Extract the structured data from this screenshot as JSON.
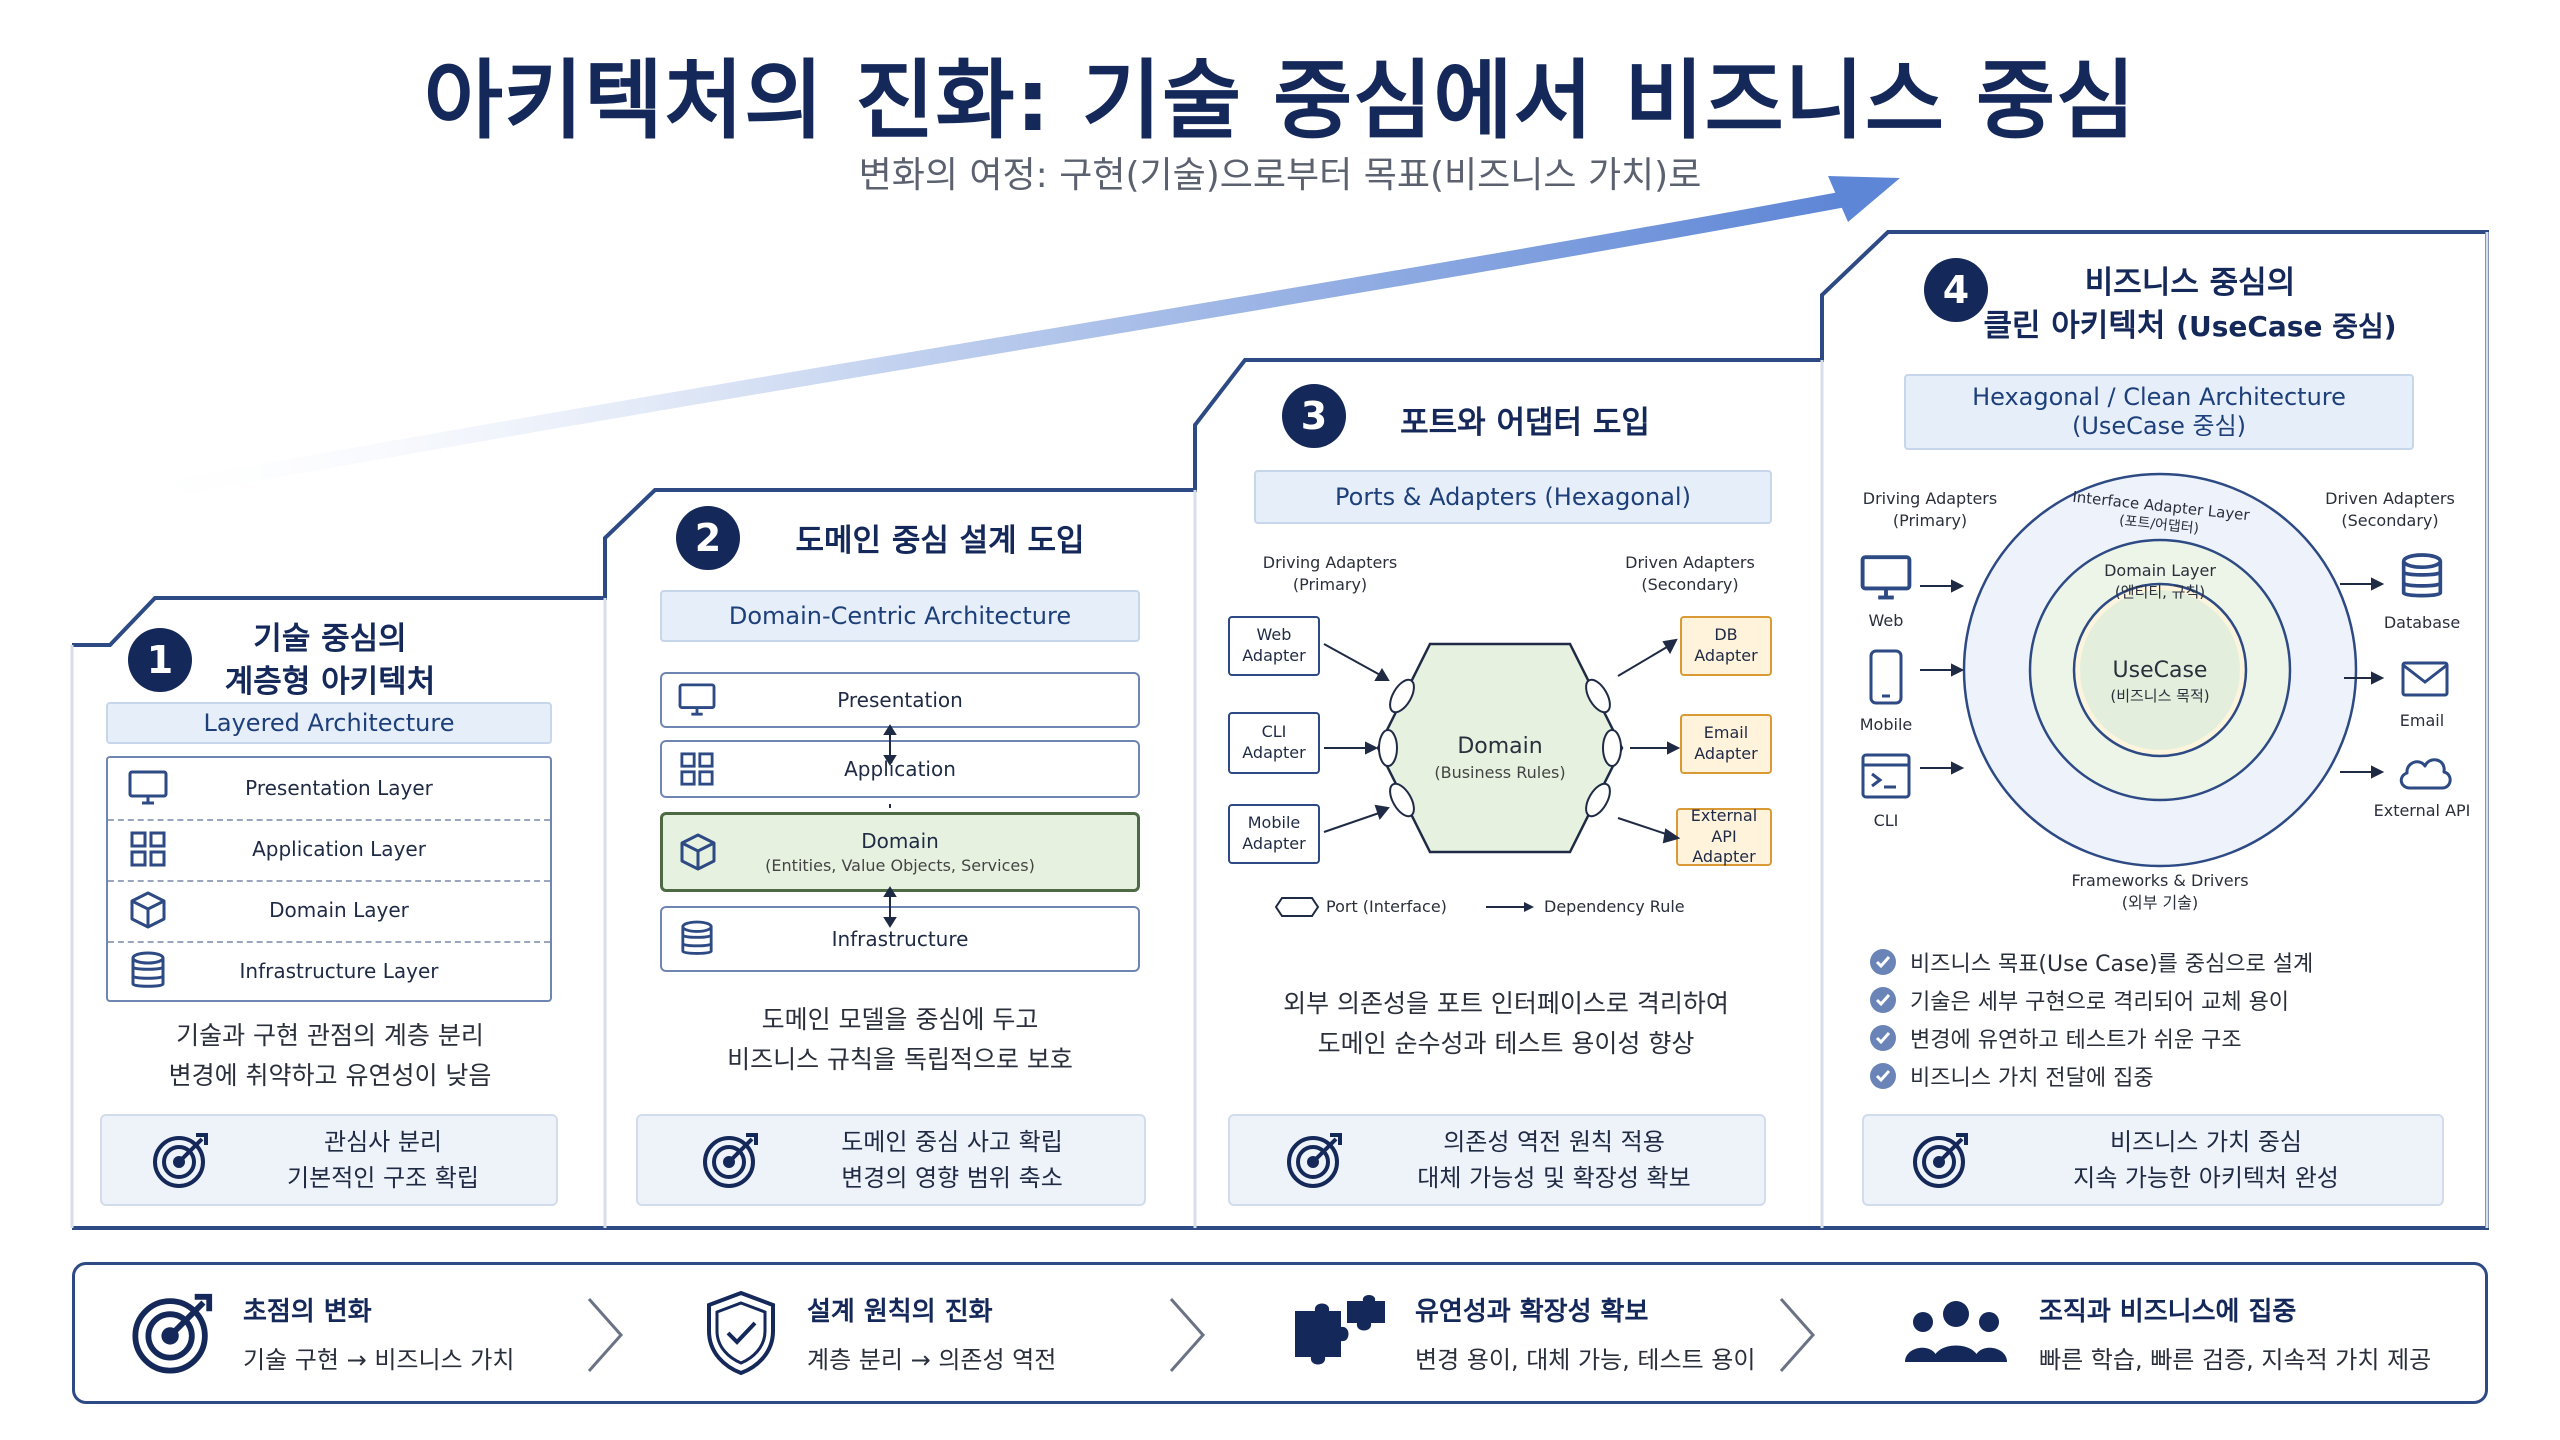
{
  "title": "아키텍처의 진화: 기술 중심에서 비즈니스 중심",
  "subtitle": "변화의 여정: 구현(기술)으로부터 목표(비즈니스 가치)로",
  "colors": {
    "navy": "#14285a",
    "accent": "#2d4a84",
    "green": "#e6f1e0",
    "orange": "#d99a36"
  },
  "stages": [
    {
      "num": "1",
      "title_line1": "기술 중심의",
      "title_line2": "계층형 아키텍처",
      "pill": "Layered Architecture",
      "layers": [
        "Presentation Layer",
        "Application Layer",
        "Domain Layer",
        "Infrastructure Layer"
      ],
      "desc_line1": "기술과 구현 관점의 계층 분리",
      "desc_line2": "변경에 취약하고 유연성이 낮음",
      "benefit_line1": "관심사 분리",
      "benefit_line2": "기본적인 구조 확립"
    },
    {
      "num": "2",
      "title": "도메인 중심 설계 도입",
      "pill": "Domain-Centric Architecture",
      "boxes": [
        "Presentation",
        "Application",
        "Domain",
        "Infrastructure"
      ],
      "domain_sub": "(Entities, Value Objects, Services)",
      "desc_line1": "도메인 모델을 중심에 두고",
      "desc_line2": "비즈니스 규칙을 독립적으로 보호",
      "benefit_line1": "도메인 중심 사고 확립",
      "benefit_line2": "변경의 영향 범위 축소"
    },
    {
      "num": "3",
      "title": "포트와 어댑터 도입",
      "pill": "Ports & Adapters (Hexagonal)",
      "driving_line1": "Driving Adapters",
      "driving_line2": "(Primary)",
      "driven_line1": "Driven Adapters",
      "driven_line2": "(Secondary)",
      "left_adapters": [
        [
          "Web",
          "Adapter"
        ],
        [
          "CLI",
          "Adapter"
        ],
        [
          "Mobile",
          "Adapter"
        ]
      ],
      "right_adapters": [
        [
          "DB",
          "Adapter"
        ],
        [
          "Email",
          "Adapter"
        ],
        [
          "External API",
          "Adapter"
        ]
      ],
      "core": "Domain",
      "core_sub": "(Business Rules)",
      "legend_port": "Port (Interface)",
      "legend_dep": "Dependency Rule",
      "desc_line1": "외부 의존성을 포트 인터페이스로 격리하여",
      "desc_line2": "도메인 순수성과 테스트 용이성 향상",
      "benefit_line1": "의존성 역전 원칙 적용",
      "benefit_line2": "대체 가능성 및 확장성 확보"
    },
    {
      "num": "4",
      "title_line1": "비즈니스 중심의",
      "title_line2_bold": "클린 아키텍처",
      "title_line2_rest": "(UseCase 중심)",
      "pill_line1": "Hexagonal / Clean Architecture",
      "pill_line2": "(UseCase 중심)",
      "driving_line1": "Driving Adapters",
      "driving_line2": "(Primary)",
      "driven_line1": "Driven Adapters",
      "driven_line2": "(Secondary)",
      "ring_outer": "Interface Adapter Layer",
      "ring_outer_sub": "(포트/어댑터)",
      "ring_mid": "Domain Layer",
      "ring_mid_sub": "(엔티티, 규칙)",
      "ring_core": "UseCase",
      "ring_core_sub": "(비즈니스 목적)",
      "frameworks": "Frameworks & Drivers",
      "frameworks_sub": "(외부 기술)",
      "left_items": [
        "Web",
        "Mobile",
        "CLI"
      ],
      "right_items": [
        "Database",
        "Email",
        "External API"
      ],
      "checks": [
        "비즈니스 목표(Use Case)를 중심으로 설계",
        "기술은 세부 구현으로 격리되어 교체 용이",
        "변경에 유연하고 테스트가 쉬운 구조",
        "비즈니스 가치 전달에 집중"
      ],
      "benefit_line1": "비즈니스 가치 중심",
      "benefit_line2": "지속 가능한 아키텍처 완성"
    }
  ],
  "bottom": [
    {
      "title": "초점의 변화",
      "text": "기술 구현 → 비즈니스 가치",
      "icon": "target-icon"
    },
    {
      "title": "설계 원칙의 진화",
      "text": "계층 분리 → 의존성 역전",
      "icon": "shield-check-icon"
    },
    {
      "title": "유연성과 확장성 확보",
      "text": "변경 용이, 대체 가능, 테스트 용이",
      "icon": "puzzle-icon"
    },
    {
      "title": "조직과 비즈니스에 집중",
      "text": "빠른 학습, 빠른 검증, 지속적 가치 제공",
      "icon": "team-icon"
    }
  ]
}
